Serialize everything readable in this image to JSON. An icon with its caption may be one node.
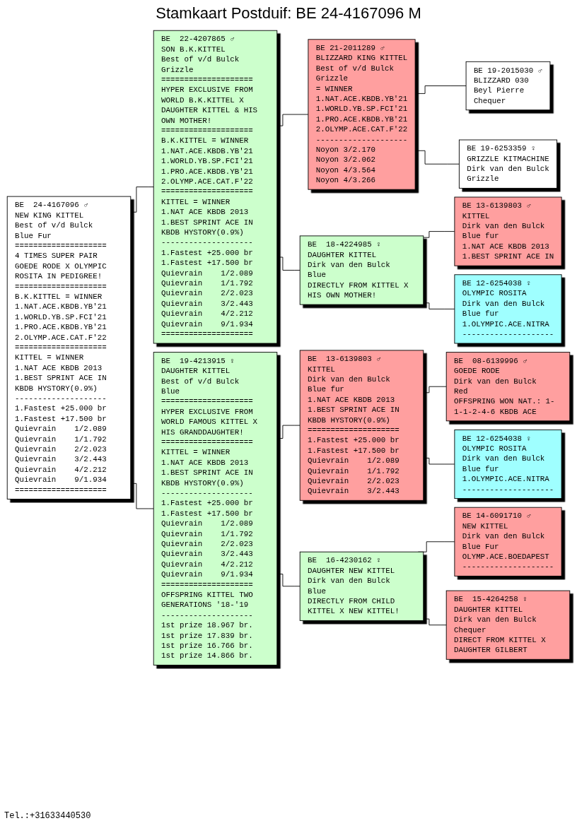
{
  "diagram": {
    "title": "Stamkaart Postduif: BE  24-4167096 M",
    "nodes": [
      {
        "text": [
          "BE  24-4167096",
          "♂",
          "NEW KING KITTEL",
          "Best of v/d Bulck",
          "Blue Fur",
          "====================",
          "4 TIMES SUPER PAIR GOEDE RODE X OLYMPIC ROSITA IN PEDIGREE!",
          "====================",
          "B.K.KITTEL = WINNER",
          "1.NAT.ACE.KBDB.YB'21",
          "1.WORLD.YB.SP.FCI'21",
          "1.PRO.ACE.KBDB.YB'21",
          "2.OLYMP.ACE.CAT.F'22",
          "====================",
          "KITTEL = WINNER",
          "1.NAT ACE KBDB 2013",
          "1.BEST SPRINT ACE IN KBDB HYSTORY(0.9%)",
          "--------------------",
          "1.Fastest +25.000 br",
          "1.Fastest +17.500 br",
          "Quievrain    1/2.089",
          "Quievrain    1/1.792",
          "Quievrain    2/2.023",
          "Quievrain    3/2.443",
          "Quievrain    4/2.212",
          "Quievrain    9/1.934",
          "===================="
        ]
      },
      {
        "text": [
          "BE  22-4207865",
          "♂",
          "SON B.K.KITTEL",
          "Best of v/d Bulck",
          "Grizzle",
          "====================",
          "HYPER EXCLUSIVE FROM WORLD B.K.KITTEL X DAUGHTER KITTEL & HIS OWN MOTHER!",
          "====================",
          "B.K.KITTEL = WINNER",
          "1.NAT.ACE.KBDB.YB'21",
          "1.WORLD.YB.SP.FCI'21",
          "1.PRO.ACE.KBDB.YB'21",
          "2.OLYMP.ACE.CAT.F'22",
          "====================",
          "KITTEL = WINNER",
          "1.NAT ACE KBDB 2013",
          "1.BEST SPRINT ACE IN KBDB HYSTORY(0.9%)",
          "--------------------",
          "1.Fastest +25.000 br",
          "1.Fastest +17.500 br",
          "Quievrain    1/2.089",
          "Quievrain    1/1.792",
          "Quievrain    2/2.023",
          "Quievrain    3/2.443",
          "Quievrain    4/2.212",
          "Quievrain    9/1.934",
          "===================="
        ]
      },
      {
        "text": [
          "BE  19-4213915",
          "♀",
          "DAUGHTER KITTEL",
          "Best of v/d Bulck",
          "Blue",
          "====================",
          "HYPER EXCLUSIVE FROM WORLD FAMOUS KITTEL X HIS GRANDDAUGHTER!",
          "====================",
          "KITTEL = WINNER",
          "1.NAT ACE KBDB 2013",
          "1.BEST SPRINT ACE IN KBDB HYSTORY(0.9%)",
          "--------------------",
          "1.Fastest +25.000 br",
          "1.Fastest +17.500 br",
          "Quievrain    1/2.089",
          "Quievrain    1/1.792",
          "Quievrain    2/2.023",
          "Quievrain    3/2.443",
          "Quievrain    4/2.212",
          "Quievrain    9/1.934",
          "====================",
          "OFFSPRING KITTEL TWO GENERATIONS '18-'19",
          "--------------------",
          "1st prize 18.967 br.",
          "1st prize 17.839 br.",
          "1st prize 16.766 br.",
          "1st prize 14.866 br."
        ]
      },
      {
        "text": [
          "BE  21-2011289",
          "♂",
          "BLIZZARD KING KITTEL",
          "Best of v/d Bulck",
          "Grizzle",
          "= WINNER",
          "1.NAT.ACE.KBDB.YB'21",
          "1.WORLD.YB.SP.FCI'21",
          "1.PRO.ACE.KBDB.YB'21",
          "2.OLYMP.ACE.CAT.F'22",
          "--------------------",
          "Noyon        3/2.170",
          "Noyon        3/2.062",
          "Noyon        4/3.564",
          "Noyon        4/3.266"
        ]
      },
      {
        "text": [
          "BE  18-4224985",
          "♀",
          "DAUGHTER KITTEL",
          "Dirk van den Bulck",
          "Blue",
          "DIRECTLY FROM KITTEL X HIS OWN MOTHER!"
        ]
      },
      {
        "text": [
          "BE  13-6139803",
          "♂",
          "KITTEL",
          "Dirk van den Bulck",
          "Blue fur",
          "1.NAT ACE KBDB 2013",
          "1.BEST SPRINT ACE IN KBDB HYSTORY(0.9%)",
          "====================",
          "1.Fastest +25.000 br",
          "1.Fastest +17.500 br",
          "Quievrain    1/2.089",
          "Quievrain    1/1.792",
          "Quievrain    2/2.023",
          "Quievrain    3/2.443"
        ]
      },
      {
        "text": [
          "BE  16-4230162",
          "♀",
          "DAUGHTER NEW KITTEL",
          "Dirk van den Bulck",
          "Blue",
          "DIRECTLY FROM CHILD KITTEL X NEW KITTEL!"
        ]
      },
      {
        "text": [
          "BE  19-2015030",
          "♂",
          "BLIZZARD 030",
          "Beyl Pierre",
          "Chequer"
        ]
      },
      {
        "text": [
          "BE  19-6253359",
          "♀",
          "GRIZZLE KITMACHINE",
          "Dirk van den Bulck",
          "Grizzle"
        ]
      },
      {
        "text": [
          "BE  13-6139803",
          "♂",
          "KITTEL",
          "Dirk van den Bulck",
          "Blue fur",
          "1.NAT ACE KBDB 2013",
          "1.BEST SPRINT ACE IN"
        ]
      },
      {
        "text": [
          "BE  12-6254038",
          "♀",
          "OLYMPIC ROSITA",
          "Dirk van den Bulck",
          "Blue fur",
          "1.OLYMPIC.ACE.NITRA",
          "--------------------"
        ]
      },
      {
        "text": [
          "BE  08-6139996",
          "♂",
          "GOEDE RODE",
          "Dirk van den Bulck",
          "Red",
          "OFFSPRING WON NAT.: 1-1-1-2-4-6 KBDB ACE"
        ]
      },
      {
        "text": [
          "BE  12-6254038",
          "♀",
          "OLYMPIC ROSITA",
          "Dirk van den Bulck",
          "Blue fur",
          "1.OLYMPIC.ACE.NITRA",
          "--------------------"
        ]
      },
      {
        "text": [
          "BE  14-6091710",
          "♂",
          "NEW KITTEL",
          "Dirk van den Bulck",
          "Blue Fur",
          "OLYMP.ACE.BOEDAPEST",
          "--------------------"
        ]
      },
      {
        "text": [
          "BE  15-4264258",
          "♀",
          "DAUGHTER KITTEL",
          "Dirk van den Bulck",
          "Chequer",
          "DIRECT FROM KITTEL X DAUGHTER GILBERT"
        ]
      }
    ],
    "edges": [
      {
        "from": 0,
        "to": 1,
        "arrow": "none"
      },
      {
        "from": 0,
        "to": 2,
        "arrow": "none"
      },
      {
        "from": 1,
        "to": 3,
        "arrow": "none"
      },
      {
        "from": 1,
        "to": 4,
        "arrow": "none"
      },
      {
        "from": 2,
        "to": 5,
        "arrow": "none"
      },
      {
        "from": 2,
        "to": 6,
        "arrow": "none"
      },
      {
        "from": 3,
        "to": 7,
        "arrow": "none"
      },
      {
        "from": 3,
        "to": 8,
        "arrow": "none"
      },
      {
        "from": 4,
        "to": 9,
        "arrow": "none"
      },
      {
        "from": 4,
        "to": 10,
        "arrow": "none"
      },
      {
        "from": 5,
        "to": 11,
        "arrow": "none"
      },
      {
        "from": 5,
        "to": 12,
        "arrow": "none"
      },
      {
        "from": 6,
        "to": 13,
        "arrow": "none"
      },
      {
        "from": 6,
        "to": 14,
        "arrow": "none"
      }
    ],
    "labels": [
      "Tel.:+31633440530"
    ]
  }
}
